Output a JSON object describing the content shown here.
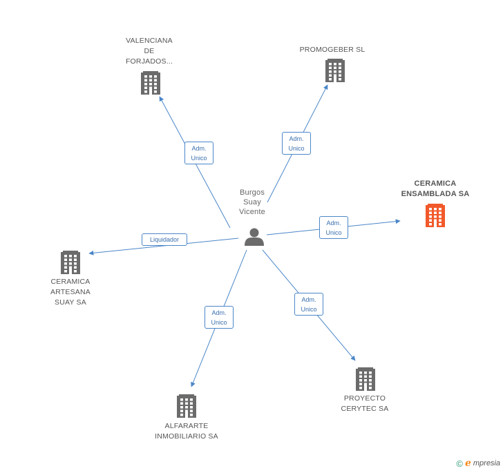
{
  "colors": {
    "edge": "#4a86c8",
    "building": "#6b6b6b",
    "building_highlight": "#f2592a",
    "person": "#6b6b6b"
  },
  "center": {
    "name": "Burgos\nSuay\nVicente",
    "icon": "person-icon"
  },
  "nodes": [
    {
      "id": "valenciana",
      "label": "VALENCIANA\nDE\nFORJADOS...",
      "icon": "building-icon",
      "highlight": false,
      "role": "Adm.\nUnico"
    },
    {
      "id": "promogeber",
      "label": "PROMOGEBER SL",
      "icon": "building-icon",
      "highlight": false,
      "role": "Adm.\nUnico"
    },
    {
      "id": "ceramica-ensamblada",
      "label": "CERAMICA\nENSAMBLADA SA",
      "icon": "building-icon",
      "highlight": true,
      "role": "Adm.\nUnico"
    },
    {
      "id": "ceramica-artesana",
      "label": "CERAMICA\nARTESANA\nSUAY SA",
      "icon": "building-icon",
      "highlight": false,
      "role": "Liquidador"
    },
    {
      "id": "alfararte",
      "label": "ALFARARTE\nINMOBILIARIO SA",
      "icon": "building-icon",
      "highlight": false,
      "role": "Adm.\nUnico"
    },
    {
      "id": "proyecto-cerytec",
      "label": "PROYECTO\nCERYTEC SA",
      "icon": "building-icon",
      "highlight": false,
      "role": "Adm.\nUnico"
    }
  ],
  "brand": {
    "copyright": "©",
    "initial": "e",
    "name": "mpresia"
  }
}
